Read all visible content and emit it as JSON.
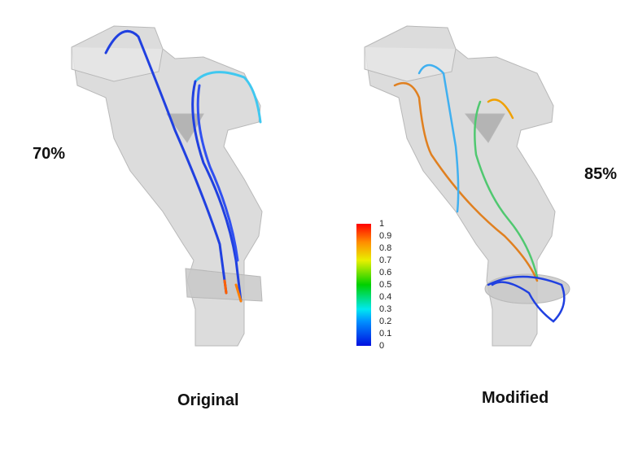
{
  "panels": [
    {
      "caption": "Original",
      "percentage": "70%"
    },
    {
      "caption": "Modified",
      "percentage": "85%"
    }
  ],
  "colorbar": {
    "ticks": [
      "1",
      "0.9",
      "0.8",
      "0.7",
      "0.6",
      "0.5",
      "0.4",
      "0.3",
      "0.2",
      "0.1",
      "0"
    ],
    "colors": [
      "#ff0000",
      "#ff8c00",
      "#ffff00",
      "#00d000",
      "#00ffff",
      "#0000ff"
    ]
  }
}
